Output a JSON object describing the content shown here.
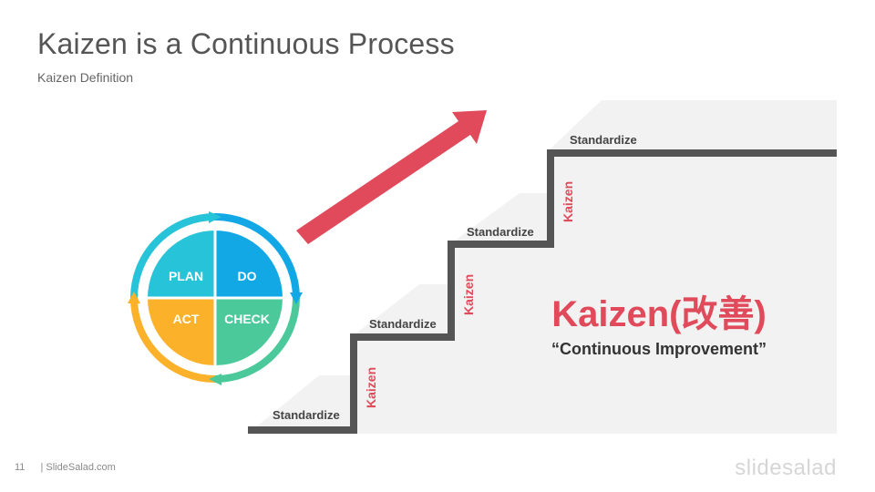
{
  "slide": {
    "title": "Kaizen is a Continuous Process",
    "subtitle": "Kaizen Definition",
    "page_number": "11",
    "footer_text": "| SlideSalad.com",
    "brand": "slidesalad"
  },
  "pdca": {
    "plan": "PLAN",
    "do": "DO",
    "act": "ACT",
    "check": "CHECK",
    "colors": {
      "plan": "#27c3d8",
      "do": "#12a8e6",
      "act": "#fbb12a",
      "check": "#4cc99a"
    }
  },
  "stairs": {
    "step_label": "Standardize",
    "riser_label": "Kaizen",
    "steps": [
      "Standardize",
      "Standardize",
      "Standardize",
      "Standardize"
    ],
    "risers": [
      "Kaizen",
      "Kaizen",
      "Kaizen"
    ]
  },
  "headline": {
    "title": "Kaizen(改善)",
    "subtitle": "“Continuous Improvement”"
  },
  "colors": {
    "accent": "#e04a5a",
    "stair_line": "#555555",
    "stair_fill": "#f2f2f2"
  }
}
